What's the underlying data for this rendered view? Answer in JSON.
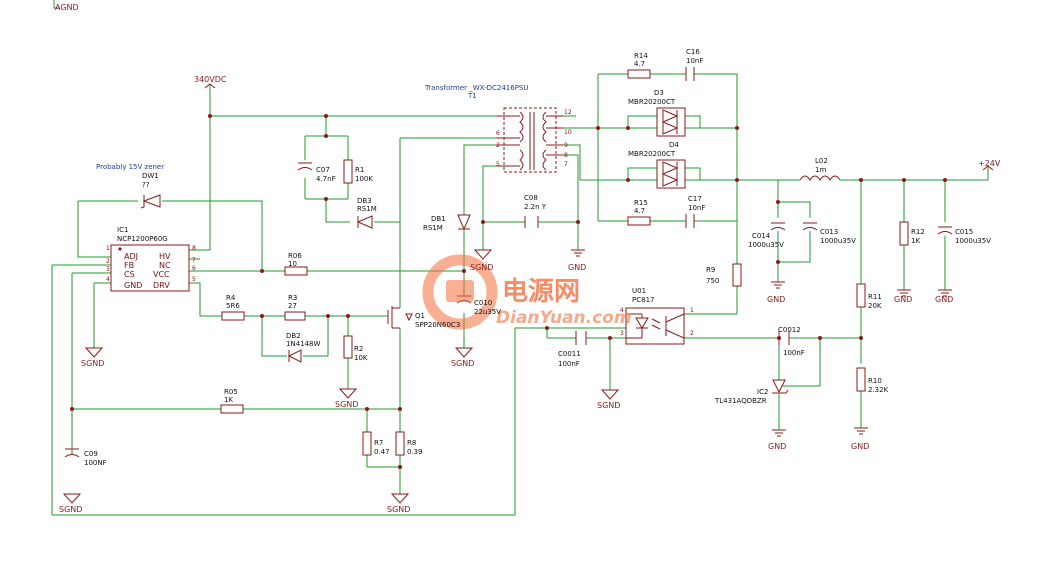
{
  "schematic": {
    "net_labels": {
      "agnd": "AGND",
      "v340": "340VDC",
      "v24": "+24V",
      "sgnd": "SGND",
      "gnd": "GND"
    },
    "notes": {
      "zener": "Probably 15V zener",
      "transformer": "Transformer _WX-DC2416PSU",
      "t1": "T1"
    },
    "watermark": {
      "cn": "电源网",
      "en": "DianYuan.com"
    },
    "ic1": {
      "ref": "IC1",
      "part": "NCP1200P60G",
      "pin_names": {
        "adj": "ADJ",
        "fb": "FB",
        "cs": "CS",
        "gnd": "GND",
        "hv": "HV",
        "nc": "NC",
        "vcc": "VCC",
        "drv": "DRV"
      },
      "pin_numbers": {
        "p1": "1",
        "p2": "2",
        "p3": "3",
        "p4": "4",
        "p5": "5",
        "p6": "6",
        "p7": "7",
        "p8": "8"
      }
    },
    "transformer_pins": {
      "p12": "12",
      "p6": "6",
      "p10": "10",
      "p2": "2",
      "p9": "9",
      "p5": "5",
      "p8": "8",
      "p7": "7"
    },
    "u01": {
      "ref": "U01",
      "part": "PC817",
      "p1": "1",
      "p2": "2",
      "p3": "3",
      "p4": "4"
    },
    "ic2": {
      "ref": "IC2",
      "part": "TL431AQDBZR"
    },
    "components": {
      "dw1": {
        "ref": "DW1",
        "value": "??"
      },
      "c07": {
        "ref": "C07",
        "value": "4.7nF"
      },
      "r1": {
        "ref": "R1",
        "value": "100K"
      },
      "db3": {
        "ref": "DB3",
        "value": "RS1M"
      },
      "db1": {
        "ref": "DB1",
        "value": "RS1M"
      },
      "r06": {
        "ref": "R06",
        "value": "10"
      },
      "r4": {
        "ref": "R4",
        "value": "5R6"
      },
      "r3": {
        "ref": "R3",
        "value": "27"
      },
      "db2": {
        "ref": "DB2",
        "value": "1N4148W"
      },
      "q1": {
        "ref": "Q1",
        "value": "SPP20N60C3"
      },
      "r2": {
        "ref": "R2",
        "value": "10K"
      },
      "c010": {
        "ref": "C010",
        "value": "22u35V"
      },
      "c08": {
        "ref": "C08",
        "value": "2.2n Y"
      },
      "r05": {
        "ref": "R05",
        "value": "1K"
      },
      "r7": {
        "ref": "R7",
        "value": "0.47"
      },
      "r8": {
        "ref": "R8",
        "value": "0.39"
      },
      "c09": {
        "ref": "C09",
        "value": "100NF"
      },
      "r14": {
        "ref": "R14",
        "value": "4.7"
      },
      "c16": {
        "ref": "C16",
        "value": "10nF"
      },
      "d3": {
        "ref": "D3",
        "value": "MBR20200CT"
      },
      "d4": {
        "ref": "D4",
        "value": "MBR20200CT"
      },
      "r15": {
        "ref": "R15",
        "value": "4.7"
      },
      "c17": {
        "ref": "C17",
        "value": "10nF"
      },
      "l02": {
        "ref": "L02",
        "value": "1m"
      },
      "c014": {
        "ref": "C014",
        "value": "1000u35V"
      },
      "c013": {
        "ref": "C013",
        "value": "1000u35V"
      },
      "r12": {
        "ref": "R12",
        "value": "1K"
      },
      "c015": {
        "ref": "C015",
        "value": "1000u35V"
      },
      "r9": {
        "ref": "R9",
        "value": "750"
      },
      "r11": {
        "ref": "R11",
        "value": "20K"
      },
      "r10": {
        "ref": "R10",
        "value": "2.32K"
      },
      "c0011": {
        "ref": "C0011",
        "value": "100nF"
      },
      "c0012": {
        "ref": "C0012",
        "value": "100nF"
      }
    },
    "colors": {
      "wire": "#1f9a2e",
      "component": "#8b1a1a",
      "label": "#111111",
      "note": "#1c3f9a",
      "watermark": "#f26e3b",
      "background": "#ffffff"
    }
  }
}
